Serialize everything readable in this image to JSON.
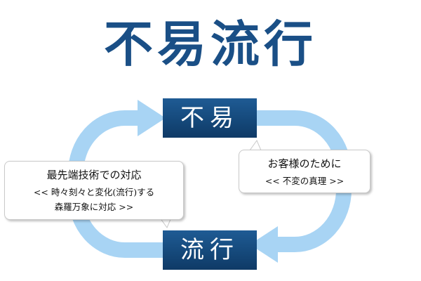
{
  "title": "不易流行",
  "nodes": {
    "fueki": "不易",
    "ryuko": "流行"
  },
  "callouts": {
    "right": {
      "heading": "お客様のために",
      "sub": "<< 不変の真理 >>"
    },
    "left": {
      "heading": "最先端技術での対応",
      "sub1": "<< 時々刻々と変化(流行)する",
      "sub2": "森羅万象に対応 >>"
    }
  },
  "colors": {
    "title": "#1a4f86",
    "box": "#15497b",
    "arrow": "#a8d4f4",
    "arrow_edge": "#8ec4ee"
  }
}
